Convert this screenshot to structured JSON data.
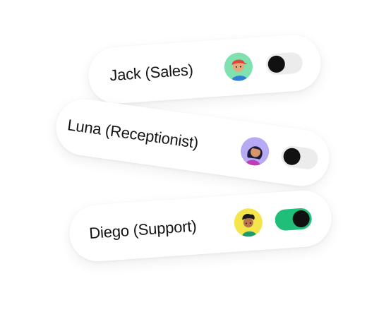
{
  "colors": {
    "toggle_on": "#1fbf7a",
    "toggle_off": "#ececec",
    "knob": "#111111",
    "card_bg": "#ffffff",
    "text": "#141414"
  },
  "agents": [
    {
      "label": "Jack (Sales)",
      "avatar_icon": "person-cap-avatar-icon",
      "avatar_bg": "#7fe0b0",
      "enabled": false
    },
    {
      "label": "Luna (Receptionist)",
      "avatar_icon": "person-hair-avatar-icon",
      "avatar_bg": "#b7a9f3",
      "enabled": false
    },
    {
      "label": "Diego (Support)",
      "avatar_icon": "person-curly-avatar-icon",
      "avatar_bg": "#f4e64a",
      "enabled": true
    }
  ]
}
